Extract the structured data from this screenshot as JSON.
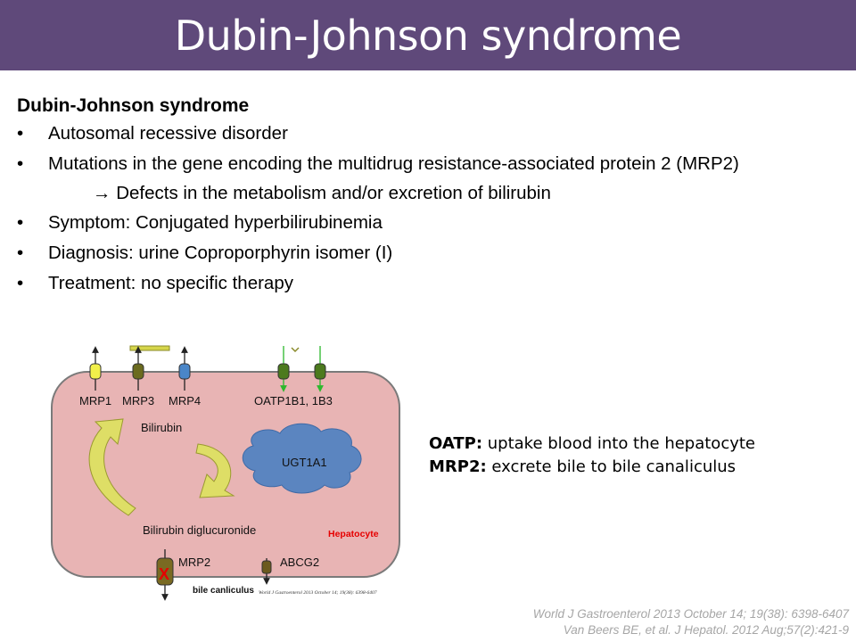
{
  "slide": {
    "title": "Dubin-Johnson syndrome",
    "heading": "Dubin-Johnson syndrome",
    "bullets": [
      "Autosomal recessive disorder",
      "Mutations in the gene encoding the multidrug resistance-associated protein 2 (MRP2)",
      "Symptom: Conjugated hyperbilirubinemia",
      "Diagnosis: urine Coproporphyrin isomer (I)",
      "Treatment: no specific therapy"
    ],
    "sub_point": " Defects in the metabolism and/or excretion of bilirubin",
    "bullet_glyph": "•",
    "arrow_glyph": "→"
  },
  "diagram": {
    "labels": {
      "mrp1": "MRP1",
      "mrp3": "MRP3",
      "mrp4": "MRP4",
      "oatp": "OATP1B1, 1B3",
      "bilirubin": "Bilirubin",
      "ugt": "UGT1A1",
      "diglucuronide": "Bilirubin diglucuronide",
      "hepatocyte": "Hepatocyte",
      "mrp2": "MRP2",
      "abcg2": "ABCG2",
      "canaliculus": "bile canliculus",
      "citation": "World J Gastroenterol 2013 October 14; 19(38): 6398-6407",
      "blocked_mark": "X"
    },
    "colors": {
      "cell_fill": "#e8b4b4",
      "cell_border": "#7a7a7a",
      "cloud": "#5b85c0",
      "arrow_fill": "#dede66",
      "mrp1": "#f2f04a",
      "mrp3": "#6b6b1f",
      "mrp4": "#4a86c8",
      "oatp": "#4c7a1e",
      "mrp2": "#7a6a22",
      "abcg2": "#6b5a1e",
      "hepatocyte_text": "#e60000",
      "blocked": "#e60000",
      "inflow_arrow": "#2db82d"
    }
  },
  "notes": {
    "oatp_term": "OATP:",
    "oatp_text": " uptake blood into the hepatocyte",
    "mrp2_term": "MRP2:",
    "mrp2_text": " excrete bile to bile canaliculus"
  },
  "references": [
    "World J Gastroenterol 2013 October 14; 19(38): 6398-6407",
    "Van Beers BE, et al. J Hepatol. 2012 Aug;57(2):421-9"
  ]
}
